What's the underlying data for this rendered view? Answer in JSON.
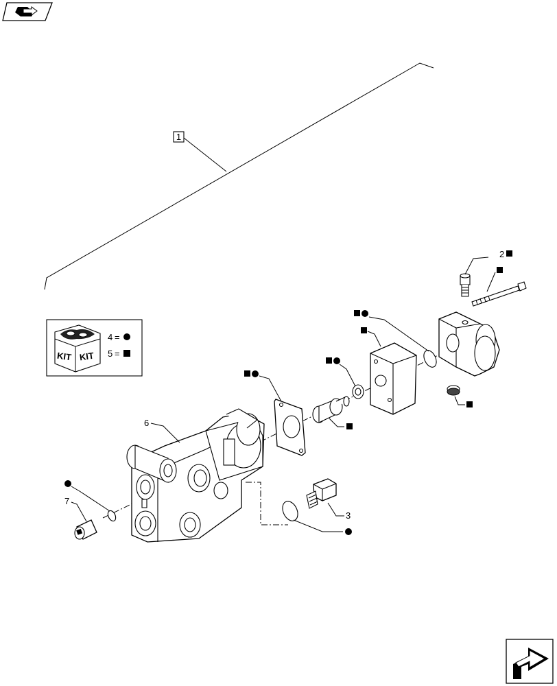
{
  "title_box": {
    "label": "1"
  },
  "kit_legend": {
    "kit_text_left": "KIT",
    "kit_text_right": "KIT",
    "entry_circle": {
      "number": "4",
      "equals": "=",
      "symbol": "circle"
    },
    "entry_square": {
      "number": "5",
      "equals": "=",
      "symbol": "square"
    }
  },
  "callouts": {
    "item_2": "2",
    "item_3": "3",
    "item_6": "6",
    "item_7": "7"
  },
  "navigation": {
    "top_left_icon": "previous-page-icon",
    "bottom_right_icon": "next-page-icon"
  }
}
